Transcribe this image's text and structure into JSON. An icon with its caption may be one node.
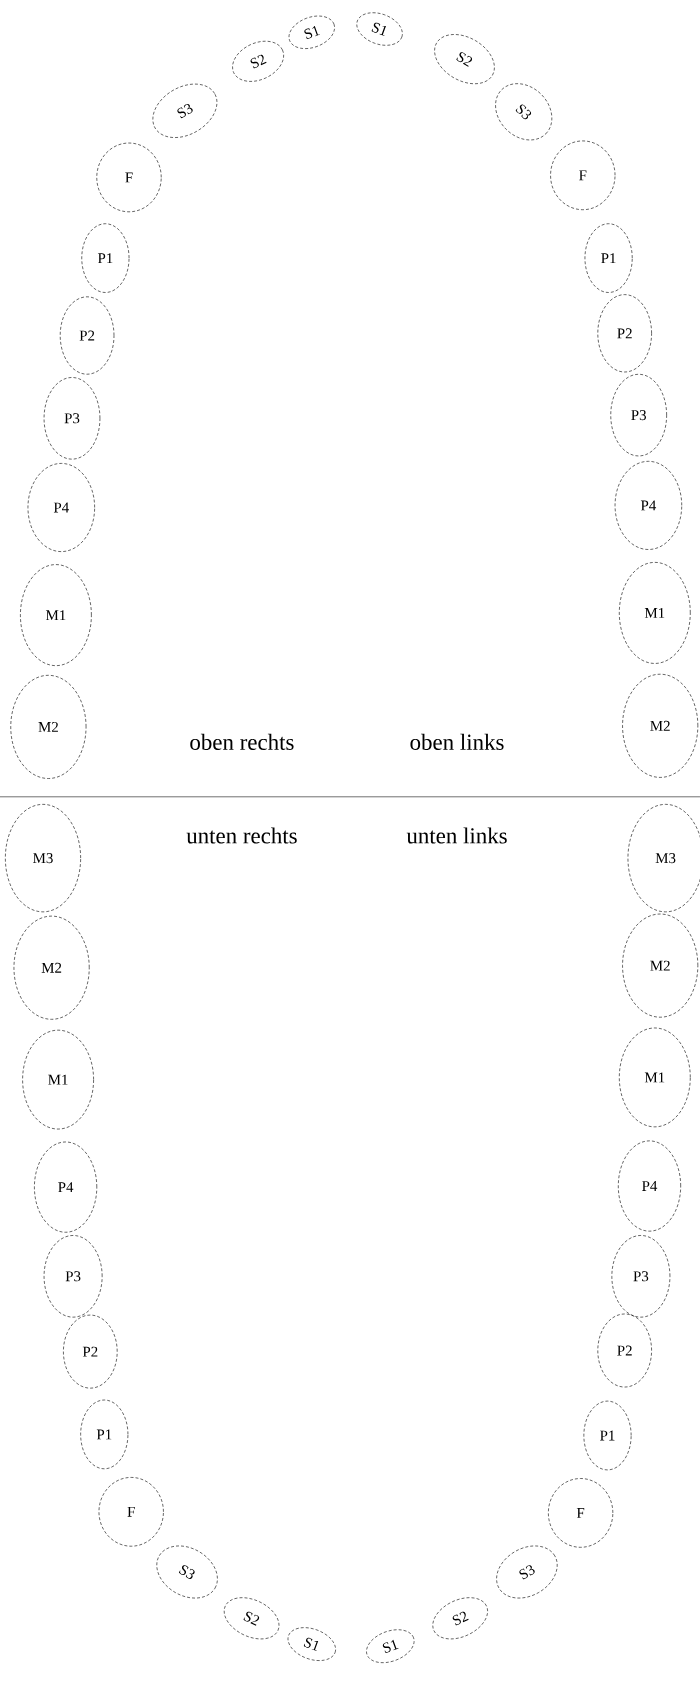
{
  "diagram": {
    "nodes": [
      {
        "text": [
          "S1"
        ]
      },
      {
        "text": [
          "S2"
        ]
      },
      {
        "text": [
          "S3"
        ]
      },
      {
        "text": [
          "F"
        ]
      },
      {
        "text": [
          "P1"
        ]
      },
      {
        "text": [
          "P2"
        ]
      },
      {
        "text": [
          "P3"
        ]
      },
      {
        "text": [
          "P4"
        ]
      },
      {
        "text": [
          "M1"
        ]
      },
      {
        "text": [
          "M2"
        ]
      },
      {
        "text": [
          "S1"
        ]
      },
      {
        "text": [
          "S2"
        ]
      },
      {
        "text": [
          "S3"
        ]
      },
      {
        "text": [
          "F"
        ]
      },
      {
        "text": [
          "P1"
        ]
      },
      {
        "text": [
          "P2"
        ]
      },
      {
        "text": [
          "P3"
        ]
      },
      {
        "text": [
          "P4"
        ]
      },
      {
        "text": [
          "M1"
        ]
      },
      {
        "text": [
          "M2"
        ]
      },
      {
        "text": [
          "M3"
        ]
      },
      {
        "text": [
          "M2"
        ]
      },
      {
        "text": [
          "M1"
        ]
      },
      {
        "text": [
          "P4"
        ]
      },
      {
        "text": [
          "P3"
        ]
      },
      {
        "text": [
          "P2"
        ]
      },
      {
        "text": [
          "P1"
        ]
      },
      {
        "text": [
          "F"
        ]
      },
      {
        "text": [
          "S3"
        ]
      },
      {
        "text": [
          "S2"
        ]
      },
      {
        "text": [
          "S1"
        ]
      },
      {
        "text": [
          "M3"
        ]
      },
      {
        "text": [
          "M2"
        ]
      },
      {
        "text": [
          "M1"
        ]
      },
      {
        "text": [
          "P4"
        ]
      },
      {
        "text": [
          "P3"
        ]
      },
      {
        "text": [
          "P2"
        ]
      },
      {
        "text": [
          "P1"
        ]
      },
      {
        "text": [
          "F"
        ]
      },
      {
        "text": [
          "S3"
        ]
      },
      {
        "text": [
          "S2"
        ]
      },
      {
        "text": [
          "S1"
        ]
      }
    ],
    "labels": [
      "oben rechts",
      "oben links",
      "unten rechts",
      "unten links"
    ]
  }
}
